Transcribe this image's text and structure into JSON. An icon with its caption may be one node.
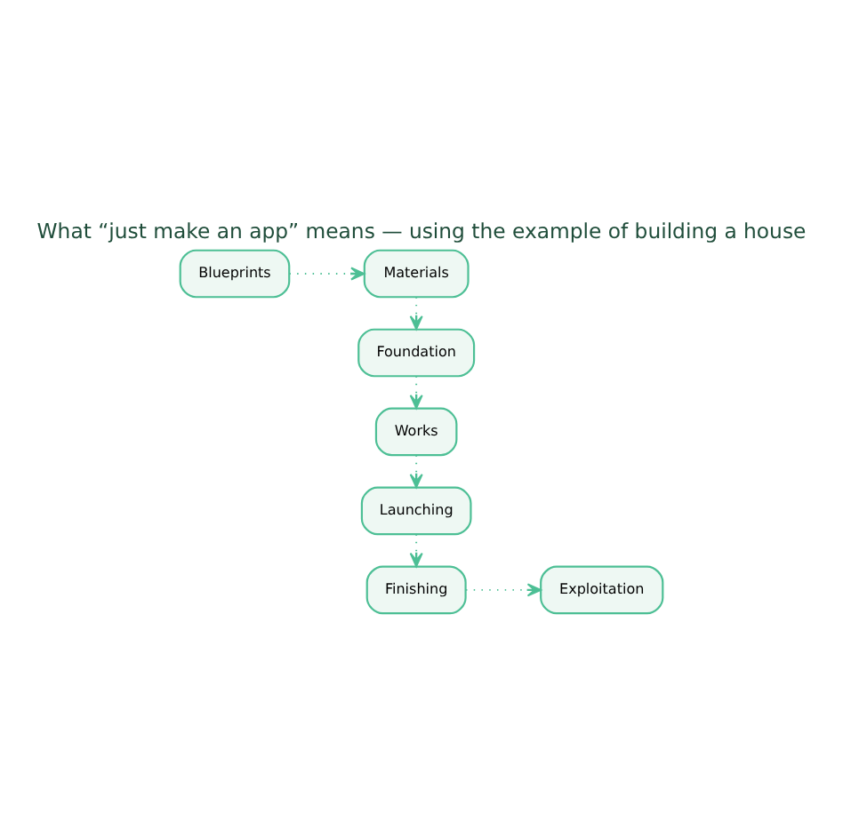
{
  "diagram": {
    "title": "What “just make an app” means — using the example of building a house",
    "nodes": [
      {
        "text": [
          "Blueprints"
        ]
      },
      {
        "text": [
          "Materials"
        ]
      },
      {
        "text": [
          "Foundation"
        ]
      },
      {
        "text": [
          "Works"
        ]
      },
      {
        "text": [
          "Launching"
        ]
      },
      {
        "text": [
          "Finishing"
        ]
      },
      {
        "text": [
          "Exploitation"
        ]
      }
    ],
    "edges": [
      {
        "from": 0,
        "to": 1,
        "arrow": "to"
      },
      {
        "from": 1,
        "to": 2,
        "arrow": "to"
      },
      {
        "from": 2,
        "to": 3,
        "arrow": "to"
      },
      {
        "from": 3,
        "to": 4,
        "arrow": "to"
      },
      {
        "from": 4,
        "to": 5,
        "arrow": "to"
      },
      {
        "from": 5,
        "to": 6,
        "arrow": "to"
      }
    ]
  }
}
